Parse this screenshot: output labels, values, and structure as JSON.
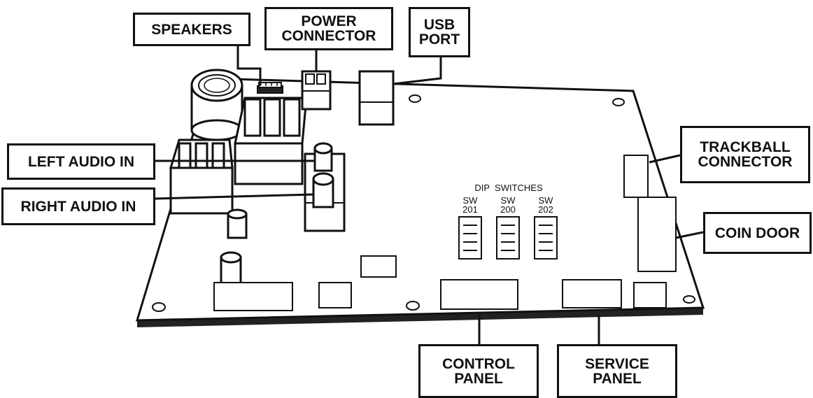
{
  "labels": {
    "speakers": [
      "SPEAKERS"
    ],
    "power_connector": [
      "POWER",
      "CONNECTOR"
    ],
    "usb_port": [
      "USB",
      "PORT"
    ],
    "left_audio_in": [
      "LEFT AUDIO IN"
    ],
    "right_audio_in": [
      "RIGHT AUDIO IN"
    ],
    "trackball_connector": [
      "TRACKBALL",
      "CONNECTOR"
    ],
    "coin_door": [
      "COIN DOOR"
    ],
    "control_panel": [
      "CONTROL",
      "PANEL"
    ],
    "service_panel": [
      "SERVICE",
      "PANEL"
    ]
  },
  "dip": {
    "title": "DIP  SWITCHES",
    "switches": [
      {
        "top": "SW",
        "num": "201"
      },
      {
        "top": "SW",
        "num": "200"
      },
      {
        "top": "SW",
        "num": "202"
      }
    ]
  },
  "colors": {
    "ink": "#111111",
    "board": "#ffffff",
    "shadow": "#9a9a9a"
  }
}
